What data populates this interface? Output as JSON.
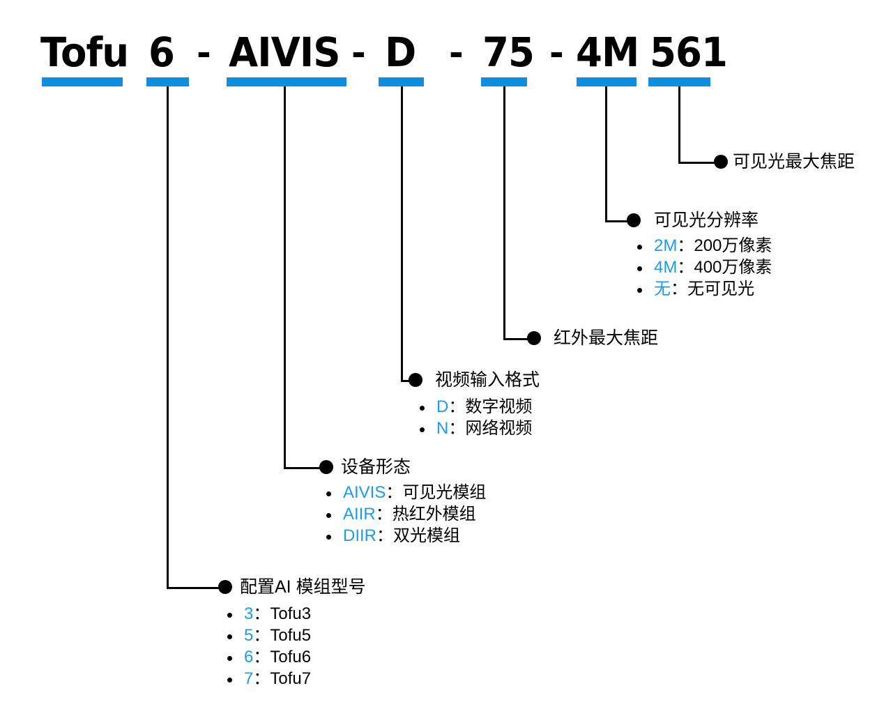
{
  "diagram": {
    "type": "model-number-breakdown",
    "accent_color": "#0e8ee0",
    "key_text_color": "#1c9aef",
    "line_color": "#000000",
    "model_number": "Tofu 6 - AIVIS - D - 75 - 4M 561",
    "title_tokens": [
      {
        "text": "Tofu",
        "underlined": true
      },
      {
        "text": "6",
        "underlined": true
      },
      {
        "text": "-",
        "underlined": false
      },
      {
        "text": "AIVIS",
        "underlined": true
      },
      {
        "text": "-",
        "underlined": false
      },
      {
        "text": "D",
        "underlined": true
      },
      {
        "text": "-",
        "underlined": false
      },
      {
        "text": "75",
        "underlined": true
      },
      {
        "text": "-",
        "underlined": false
      },
      {
        "text": "4M",
        "underlined": true
      },
      {
        "text": "561",
        "underlined": true
      }
    ],
    "callouts": [
      {
        "id": "visible-max-focal",
        "segment": "561",
        "label": "可见光最大焦距",
        "options": []
      },
      {
        "id": "visible-resolution",
        "segment": "4M",
        "label": "可见光分辨率",
        "options": [
          {
            "key": "2M",
            "sep": "：",
            "value": "200万像素"
          },
          {
            "key": "4M",
            "sep": "：",
            "value": "400万像素"
          },
          {
            "key": "无",
            "sep": "：",
            "value": "无可见光"
          }
        ]
      },
      {
        "id": "infrared-max-focal",
        "segment": "75",
        "label": "红外最大焦距",
        "options": []
      },
      {
        "id": "video-input-format",
        "segment": "D",
        "label": "视频输入格式",
        "options": [
          {
            "key": "D",
            "sep": "：",
            "value": "数字视频"
          },
          {
            "key": "N",
            "sep": "：",
            "value": "网络视频"
          }
        ]
      },
      {
        "id": "device-form",
        "segment": "AIVIS",
        "label": "设备形态",
        "options": [
          {
            "key": "AIVIS",
            "sep": "：",
            "value": "可见光模组"
          },
          {
            "key": "AIIR",
            "sep": "：",
            "value": "热红外模组"
          },
          {
            "key": "DIIR",
            "sep": "：",
            "value": "双光模组"
          }
        ]
      },
      {
        "id": "ai-module-model",
        "segment": "6",
        "label": "配置AI 模组型号",
        "options": [
          {
            "key": "3",
            "sep": "：",
            "value": "Tofu3"
          },
          {
            "key": "5",
            "sep": "：",
            "value": "Tofu5"
          },
          {
            "key": "6",
            "sep": "：",
            "value": "Tofu6"
          },
          {
            "key": "7",
            "sep": "：",
            "value": "Tofu7"
          }
        ]
      }
    ]
  }
}
